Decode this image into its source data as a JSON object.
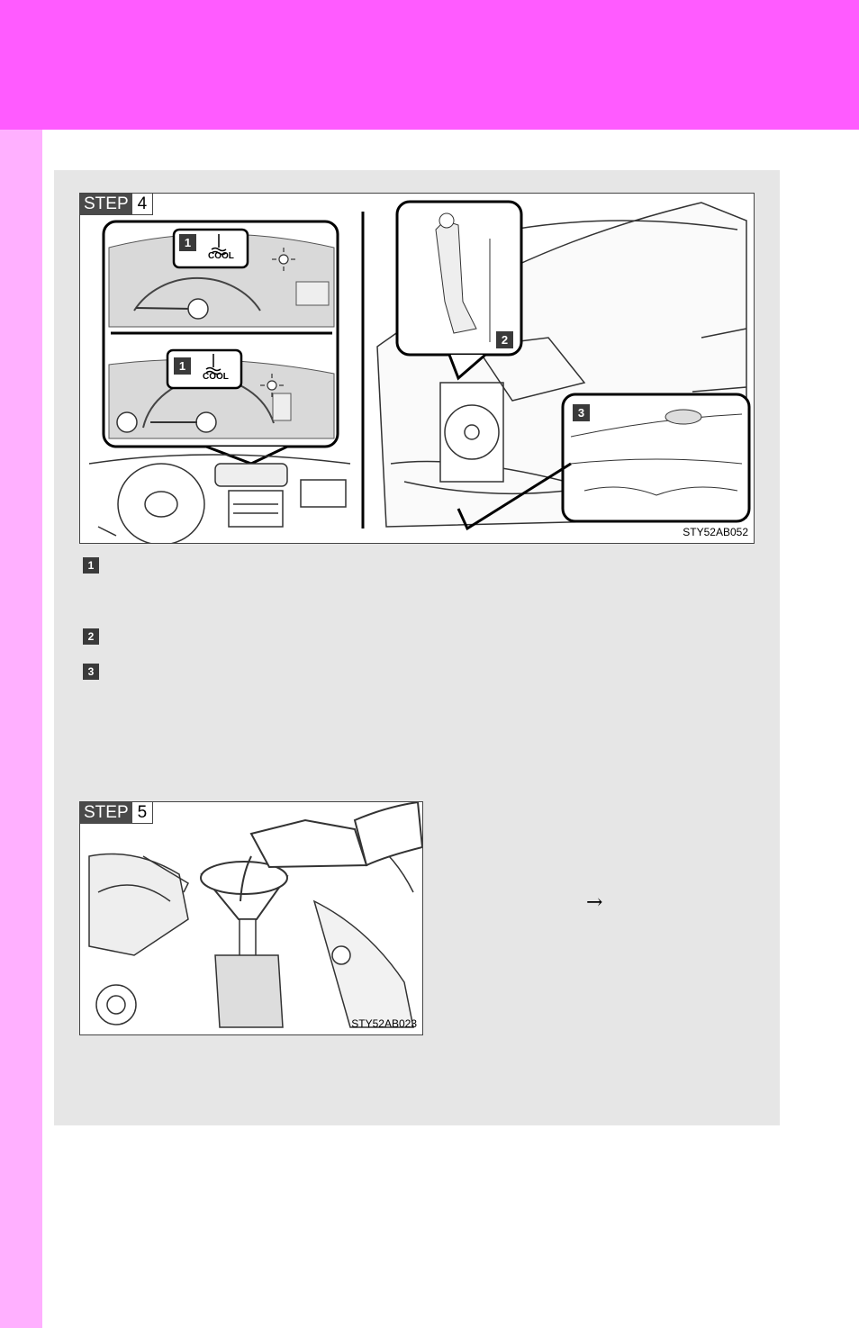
{
  "colors": {
    "header": "#ff5bff",
    "side_strip": "#ffb0ff",
    "panel": "#e6e6e6",
    "badge": "#3a3a3a"
  },
  "step4": {
    "step_word": "STEP",
    "step_number": "4",
    "callout_label": "COOL",
    "callouts": [
      "1",
      "2",
      "3"
    ],
    "figure_code": "STY52AB052"
  },
  "legend": [
    {
      "number": "1"
    },
    {
      "number": "2"
    },
    {
      "number": "3"
    }
  ],
  "step5": {
    "step_word": "STEP",
    "step_number": "5",
    "figure_code": "STY52AB023",
    "arrow": "→"
  }
}
